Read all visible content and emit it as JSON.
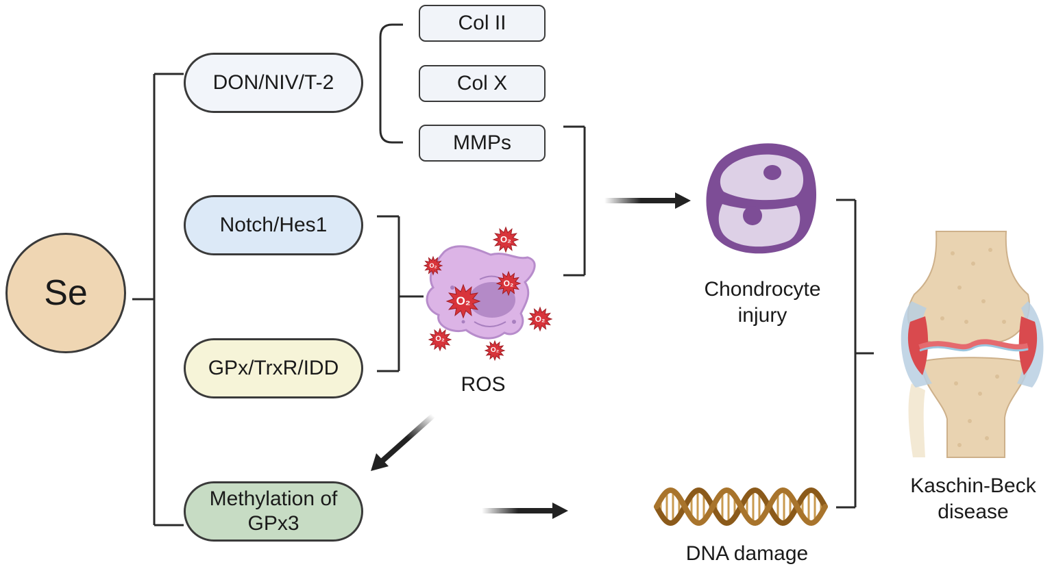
{
  "nodes": {
    "se": "Se",
    "don": "DON/NIV/T-2",
    "notch": "Notch/Hes1",
    "gpx": "GPx/TrxR/IDD",
    "methylation_line1": "Methylation of",
    "methylation_line2": "GPx3",
    "col2": "Col II",
    "colx": "Col X",
    "mmps": "MMPs",
    "ros": "ROS",
    "chondro_line1": "Chondrocyte",
    "chondro_line2": "injury",
    "dna": "DNA damage",
    "kbd_line1": "Kaschin-Beck",
    "kbd_line2": "disease"
  },
  "icons": {
    "oxygen": "O₂"
  },
  "colors": {
    "se_fill": "#efd6b3",
    "don_fill": "#f2f5fa",
    "notch_fill": "#dce9f7",
    "gpx_fill": "#f6f4d8",
    "methyl_fill": "#c7dcc4",
    "ros_cell": "#dcb4e6",
    "chondro": "#7d4d96",
    "dna": "#8b5a1a",
    "bone": "#e9d3b1"
  }
}
